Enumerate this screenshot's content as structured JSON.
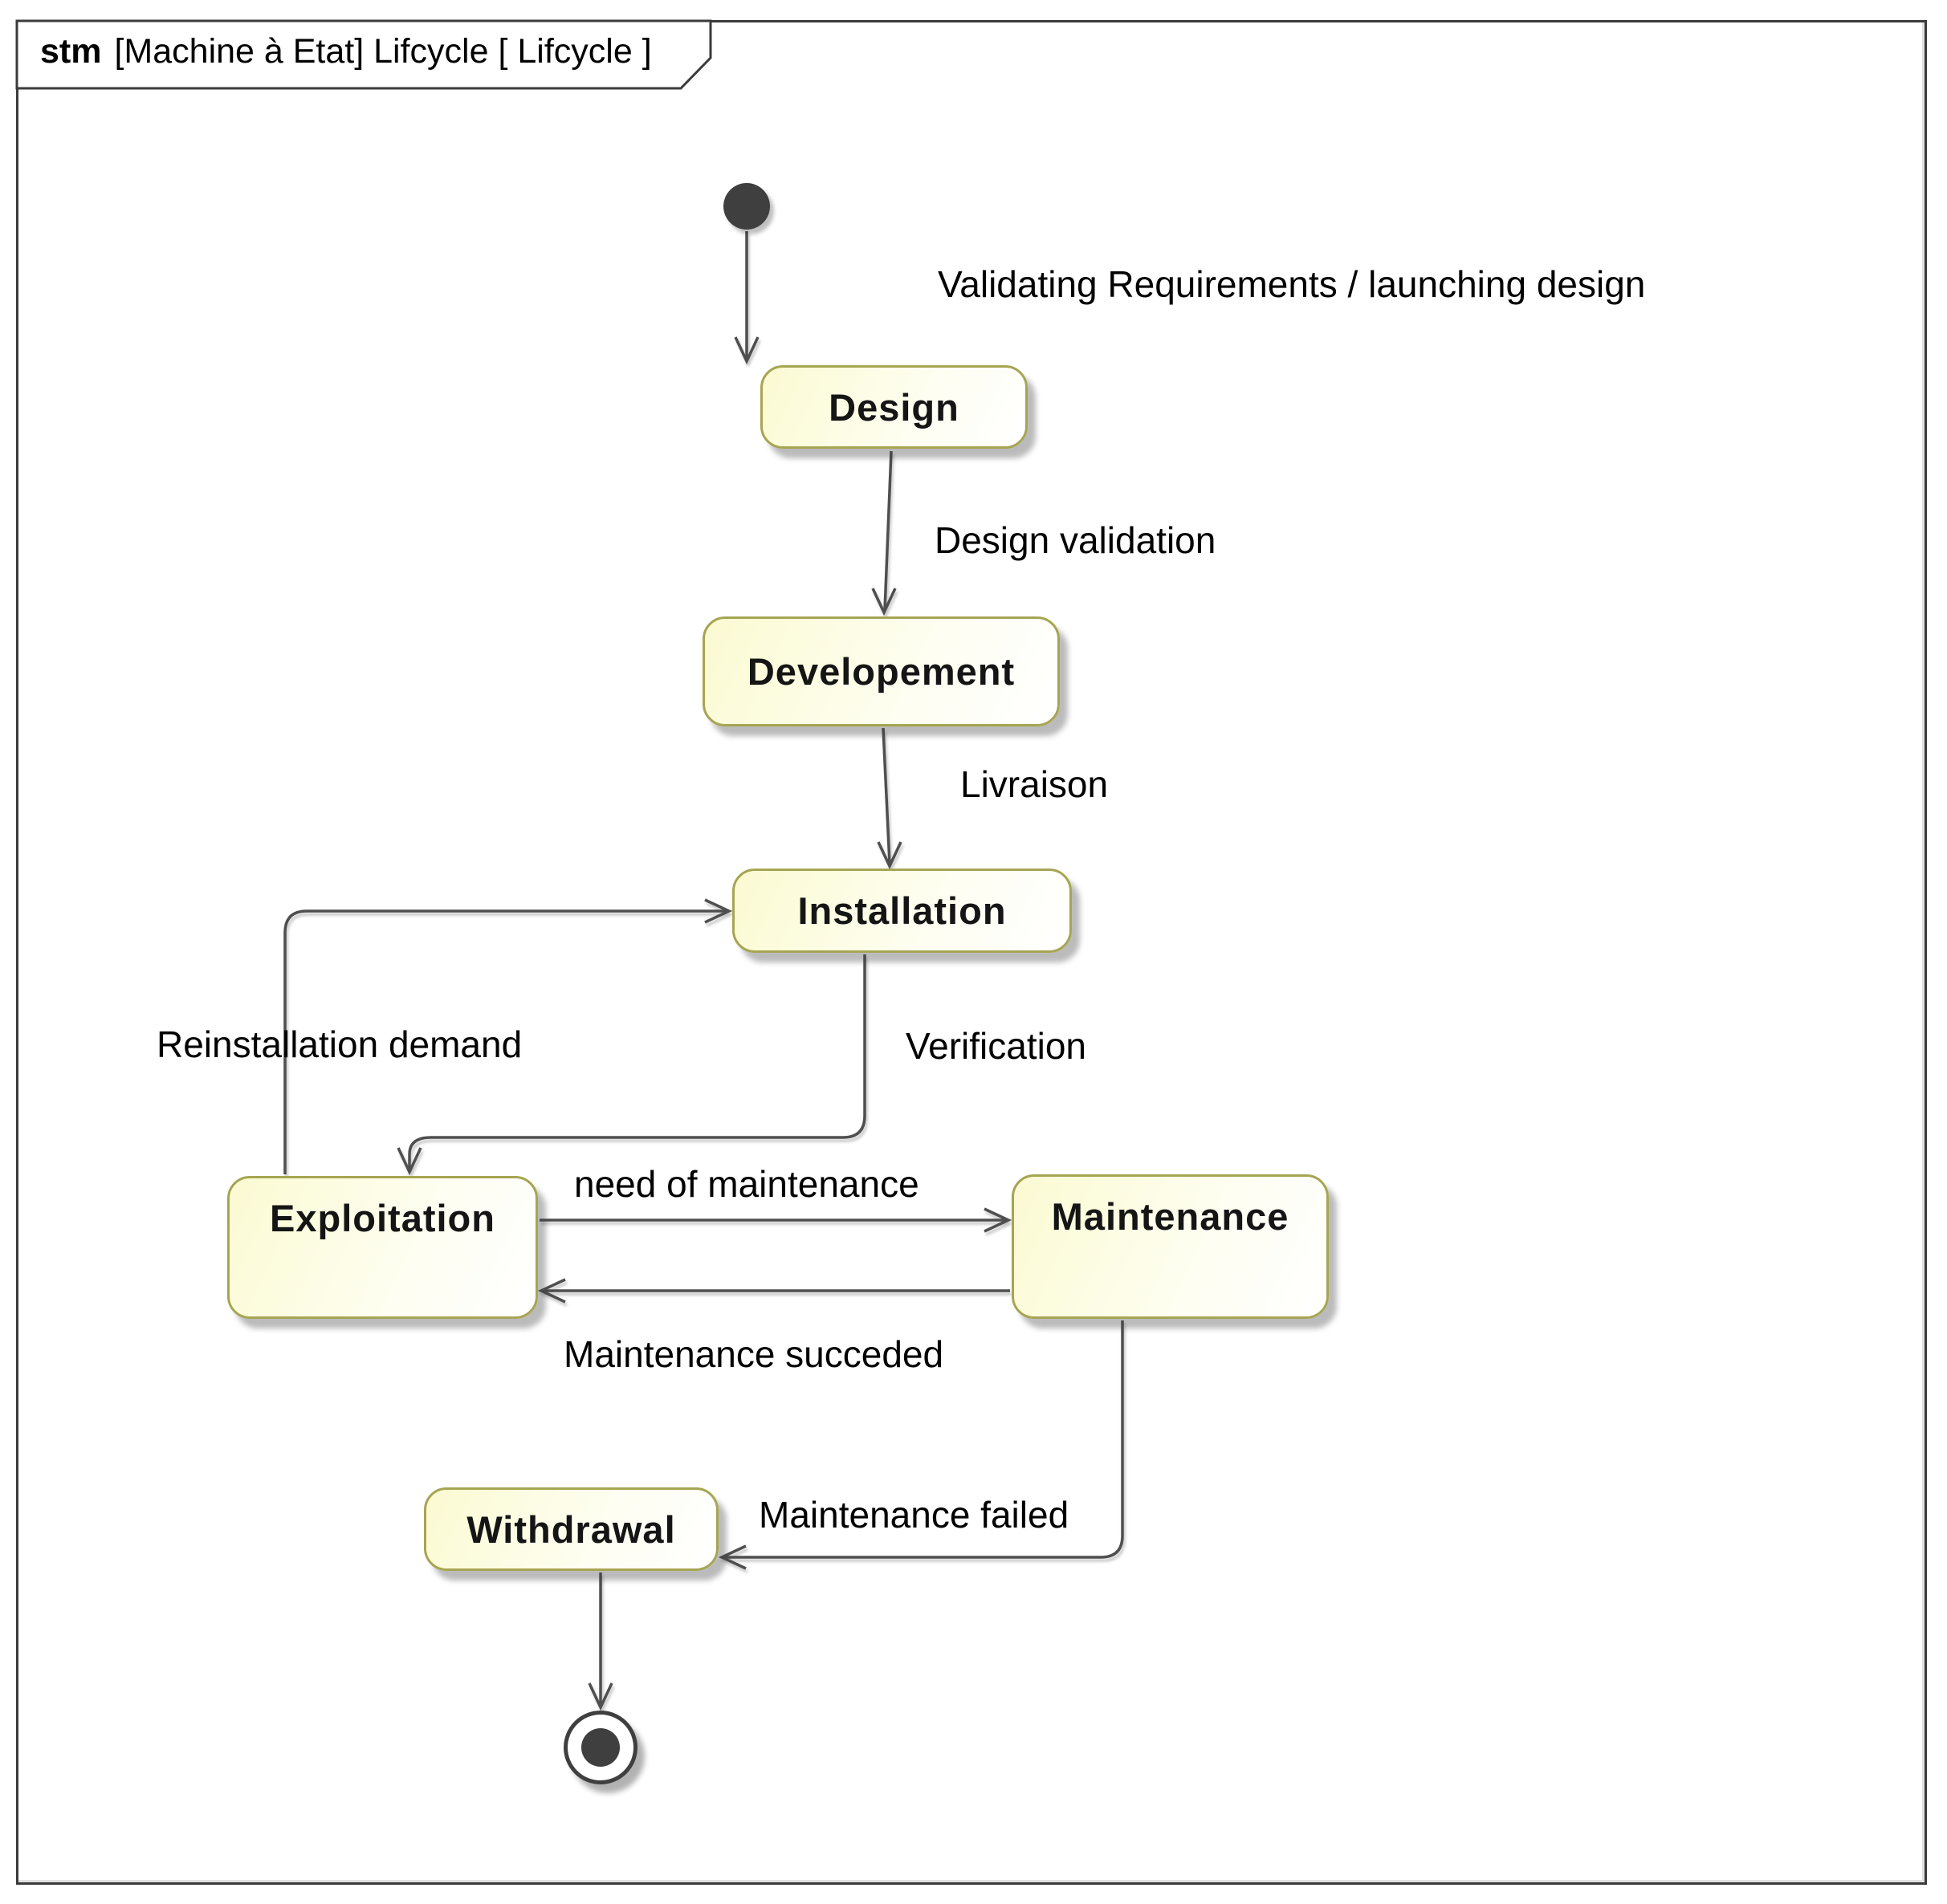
{
  "frame": {
    "kind": "stm",
    "title": "[Machine à Etat] Lifcycle [ Lifcycle ]"
  },
  "states": [
    {
      "id": "design",
      "label": "Design"
    },
    {
      "id": "developement",
      "label": "Developement"
    },
    {
      "id": "installation",
      "label": "Installation"
    },
    {
      "id": "exploitation",
      "label": "Exploitation"
    },
    {
      "id": "maintenance",
      "label": "Maintenance"
    },
    {
      "id": "withdrawal",
      "label": "Withdrawal"
    }
  ],
  "pseudostates": [
    {
      "id": "initial",
      "type": "initial-node"
    },
    {
      "id": "final",
      "type": "final-node"
    }
  ],
  "transitions": [
    {
      "from": "initial",
      "to": "design",
      "label": "Validating Requirements / launching design"
    },
    {
      "from": "design",
      "to": "developement",
      "label": "Design validation"
    },
    {
      "from": "developement",
      "to": "installation",
      "label": "Livraison"
    },
    {
      "from": "installation",
      "to": "exploitation",
      "label": "Verification"
    },
    {
      "from": "exploitation",
      "to": "installation",
      "label": "Reinstallation demand"
    },
    {
      "from": "exploitation",
      "to": "maintenance",
      "label": "need of maintenance"
    },
    {
      "from": "maintenance",
      "to": "exploitation",
      "label": "Maintenance succeded"
    },
    {
      "from": "maintenance",
      "to": "withdrawal",
      "label": "Maintenance failed"
    },
    {
      "from": "withdrawal",
      "to": "final",
      "label": ""
    }
  ],
  "colors": {
    "frame_border": "#3b3b3b",
    "line_color": "#4f4f4f",
    "node_fill": "#3f3f3f",
    "state_border": "#a6a552",
    "state_fill_a": "#fbfad2",
    "state_fill_b": "#fefef2",
    "label_text": "#000000"
  }
}
